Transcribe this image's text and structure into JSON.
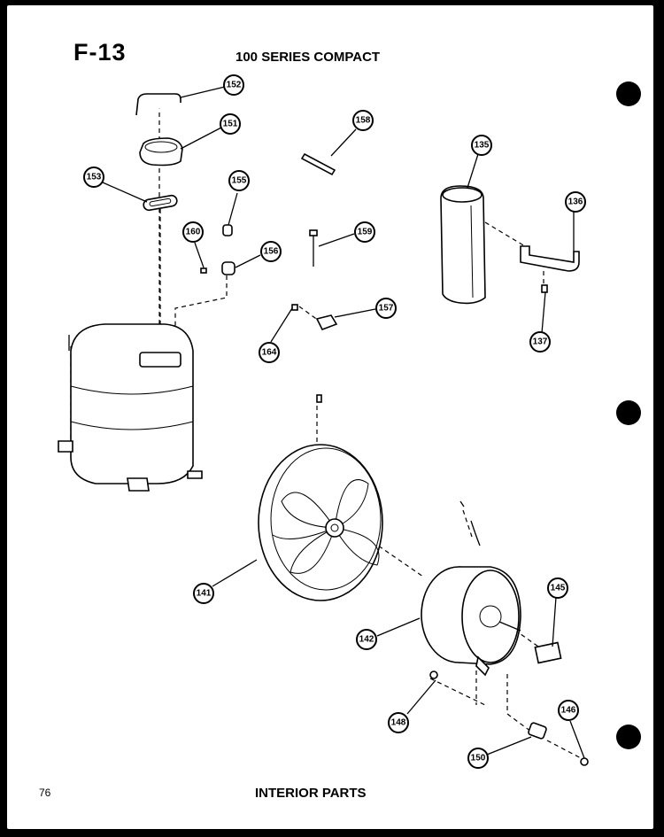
{
  "header": {
    "figure": "F-13",
    "subtitle": "100 SERIES COMPACT"
  },
  "footer": {
    "page_number": "76",
    "section": "INTERIOR PARTS"
  },
  "callouts": [
    "152",
    "151",
    "153",
    "155",
    "158",
    "160",
    "156",
    "159",
    "157",
    "164",
    "135",
    "136",
    "137",
    "141",
    "142",
    "145",
    "146",
    "148",
    "150"
  ]
}
